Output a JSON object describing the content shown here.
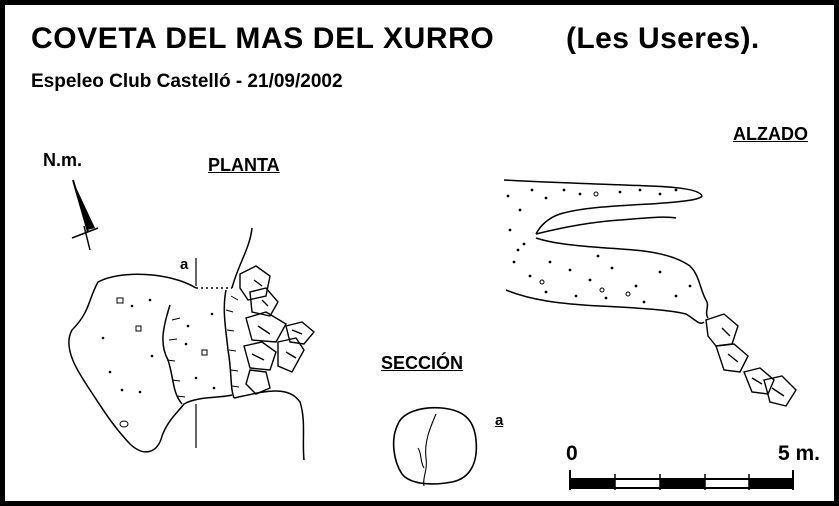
{
  "header": {
    "title": "COVETA DEL MAS DEL XURRO",
    "location": "(Les Useres).",
    "subtitle": "Espeleo Club Castelló  -  21/09/2002"
  },
  "labels": {
    "north": "N.m.",
    "plan": "PLANTA",
    "elevation": "ALZADO",
    "section": "SECCIÓN",
    "section_mark_plan": "a",
    "section_mark_section": "a"
  },
  "scale_bar": {
    "start_label": "0",
    "end_label": "5 m."
  }
}
